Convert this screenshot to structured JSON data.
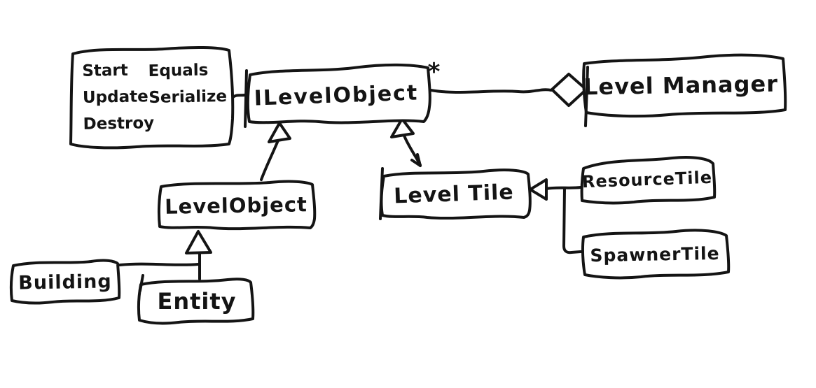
{
  "diagram": {
    "kind": "hand-drawn UML class diagram",
    "background_color": "#ffffff",
    "ink_color": "#141414",
    "nodes": {
      "interface_note": {
        "columns": [
          [
            "Start",
            "Update",
            "Destroy"
          ],
          [
            "Equals",
            "Serialize"
          ]
        ]
      },
      "ilevelobject": "ILevelObject",
      "levelmanager": "Level Manager",
      "levelobject": "LevelObject",
      "leveltile": "Level Tile",
      "resourcetile": "ResourceTile",
      "spawnertile": "SpawnerTile",
      "building": "Building",
      "entity": "Entity"
    },
    "edges": {
      "multiplicity_star": "*",
      "relationships": [
        {
          "from": "ILevelObject",
          "to": "LevelManager",
          "type": "aggregation (hollow diamond at LevelManager)",
          "multiplicity": "*"
        },
        {
          "from": "LevelObject",
          "to": "ILevelObject",
          "type": "inheritance (hollow triangle)"
        },
        {
          "from": "LevelTile",
          "to": "ILevelObject",
          "type": "inheritance (hollow triangle)"
        },
        {
          "from": "Building",
          "to": "LevelObject",
          "type": "inheritance (hollow triangle)"
        },
        {
          "from": "Entity",
          "to": "LevelObject",
          "type": "inheritance (hollow triangle)"
        },
        {
          "from": "ResourceTile",
          "to": "LevelTile",
          "type": "inheritance (hollow triangle)"
        },
        {
          "from": "SpawnerTile",
          "to": "LevelTile",
          "type": "inheritance (hollow triangle)"
        },
        {
          "from": "method note: Start, Update, Destroy, Equals, Serialize",
          "to": "ILevelObject",
          "type": "note attachment line"
        }
      ]
    }
  }
}
